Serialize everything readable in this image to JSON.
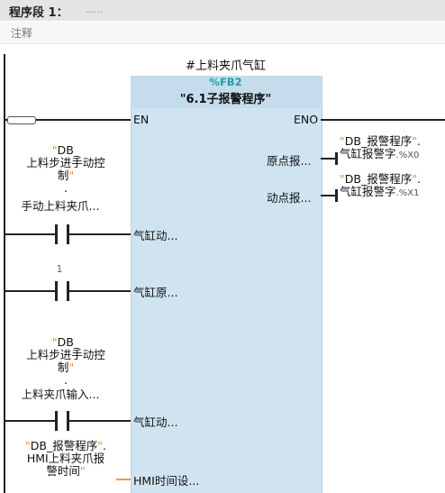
{
  "network": {
    "title": "程序段 1：",
    "title_dots": "......",
    "comment": "注释"
  },
  "block": {
    "instance": "#上料夹爪气缸",
    "number": "%FB2",
    "name": "\"6.1子报警程序\""
  },
  "pins": {
    "en": "EN",
    "eno": "ENO",
    "out1": "原点报...",
    "out2": "动点报...",
    "in1": "气缸动...",
    "in2": "气缸原...",
    "in3": "气缸动...",
    "in4": "HMI时间设..."
  },
  "contact1": {
    "db_line": "DB_",
    "line2": "上料步进手动控",
    "line3": "制",
    "dot": ".",
    "member": "手动上料夹爪..."
  },
  "contact2": {
    "value": "1"
  },
  "contact3": {
    "db_line": "DB_",
    "line2": "上料步进手动控",
    "line3": "制",
    "dot": ".",
    "member": "上料夹爪输入..."
  },
  "hmi_operand": {
    "line1": "DB_报警程序",
    "line1_tail": ".",
    "line2": "HMI上料夹爪报",
    "line3": "警时间"
  },
  "outputs": {
    "o1_line1": "DB_报警程序",
    "o1_line1_tail": ".",
    "o1_line2": "气缸报警字",
    "o1_bit": ".%X0",
    "o2_line1": "DB_报警程序",
    "o2_line1_tail": ".",
    "o2_line2": "气缸报警字",
    "o2_bit": ".%X1"
  },
  "colors": {
    "block_fill": "#cfe3f0",
    "block_header": "#c4dceb",
    "fb_number": "#1f9fa6",
    "quote_mark": "#f08a24",
    "hmi_wire": "#f39c2a"
  }
}
